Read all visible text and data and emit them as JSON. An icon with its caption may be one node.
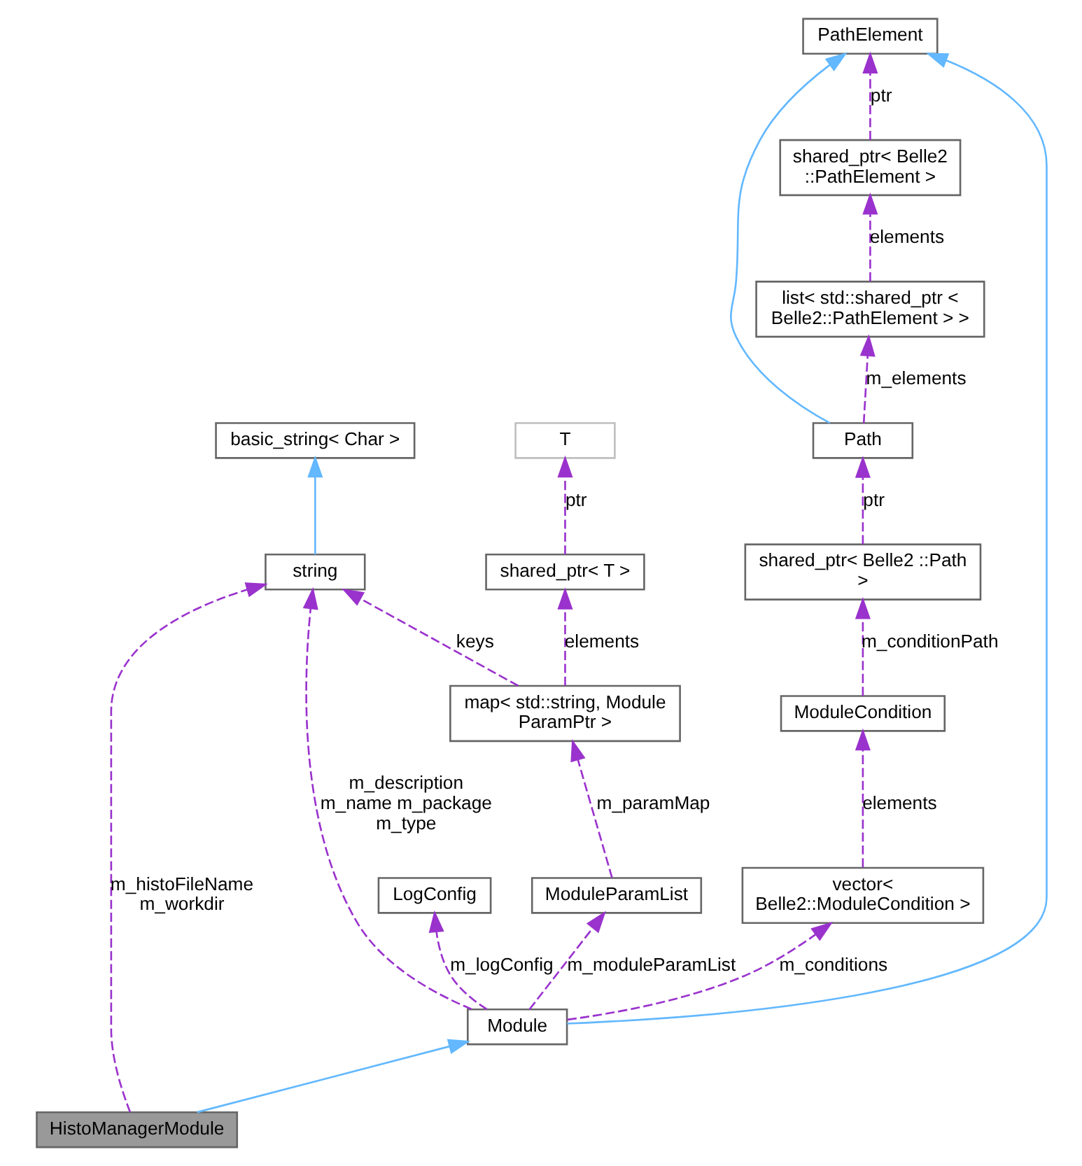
{
  "diagram": {
    "nodes": [
      {
        "text": [
          "PathElement"
        ]
      },
      {
        "text": [
          "shared_ptr< Belle2 ::PathElement >"
        ]
      },
      {
        "text": [
          "list< std::shared_ptr < Belle2::PathElement > >"
        ]
      },
      {
        "text": [
          "Path"
        ]
      },
      {
        "text": [
          "basic_string< Char >"
        ]
      },
      {
        "text": [
          "T"
        ]
      },
      {
        "text": [
          "string"
        ]
      },
      {
        "text": [
          "shared_ptr< T >"
        ]
      },
      {
        "text": [
          "shared_ptr< Belle2 ::Path >"
        ]
      },
      {
        "text": [
          "map< std::string, Module ParamPtr >"
        ]
      },
      {
        "text": [
          "ModuleCondition"
        ]
      },
      {
        "text": [
          "LogConfig"
        ]
      },
      {
        "text": [
          "ModuleParamList"
        ]
      },
      {
        "text": [
          "vector< Belle2::ModuleCondition >"
        ]
      },
      {
        "text": [
          "Module"
        ]
      },
      {
        "text": [
          "HistoManagerModule"
        ]
      }
    ],
    "edges": [
      {
        "from": 15,
        "to": 14,
        "arrow": "to",
        "color": "#63b8ff"
      },
      {
        "from": 14,
        "to": 0,
        "arrow": "to",
        "color": "#63b8ff"
      },
      {
        "from": 3,
        "to": 0,
        "arrow": "to",
        "color": "#63b8ff"
      },
      {
        "from": 6,
        "to": 4,
        "arrow": "to",
        "color": "#63b8ff"
      },
      {
        "from": 1,
        "to": 0,
        "arrow": "to",
        "label": "ptr",
        "style": "dashed"
      },
      {
        "from": 2,
        "to": 1,
        "arrow": "to",
        "label": "elements",
        "style": "dashed"
      },
      {
        "from": 3,
        "to": 2,
        "arrow": "to",
        "label": "m_elements",
        "style": "dashed"
      },
      {
        "from": 8,
        "to": 3,
        "arrow": "to",
        "label": "ptr",
        "style": "dashed"
      },
      {
        "from": 10,
        "to": 8,
        "arrow": "to",
        "label": "m_conditionPath",
        "style": "dashed"
      },
      {
        "from": 13,
        "to": 10,
        "arrow": "to",
        "label": "elements",
        "style": "dashed"
      },
      {
        "from": 14,
        "to": 13,
        "arrow": "to",
        "label": "m_conditions",
        "style": "dashed"
      },
      {
        "from": 14,
        "to": 12,
        "arrow": "to",
        "label": "m_moduleParamList",
        "style": "dashed"
      },
      {
        "from": 14,
        "to": 11,
        "arrow": "to",
        "label": "m_logConfig",
        "style": "dashed"
      },
      {
        "from": 14,
        "to": 6,
        "arrow": "to",
        "label": "m_description m_name m_package m_type",
        "style": "dashed"
      },
      {
        "from": 15,
        "to": 6,
        "arrow": "to",
        "label": "m_histoFileName m_workdir",
        "style": "dashed"
      },
      {
        "from": 12,
        "to": 9,
        "arrow": "to",
        "label": "m_paramMap",
        "style": "dashed"
      },
      {
        "from": 9,
        "to": 6,
        "arrow": "to",
        "label": "keys",
        "style": "dashed"
      },
      {
        "from": 9,
        "to": 7,
        "arrow": "to",
        "label": "elements",
        "style": "dashed"
      },
      {
        "from": 7,
        "to": 5,
        "arrow": "to",
        "label": "ptr",
        "style": "dashed"
      }
    ]
  }
}
